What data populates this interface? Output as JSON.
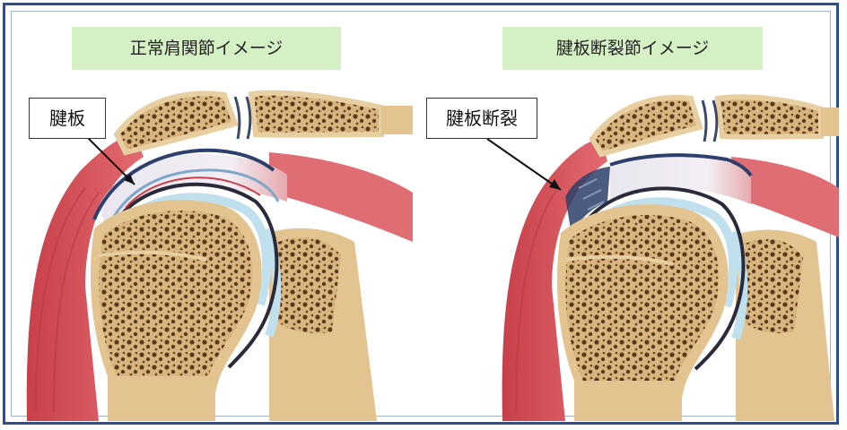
{
  "panels": [
    {
      "title": "正常肩関節イメージ",
      "callout": "腱板"
    },
    {
      "title": "腱板断裂節イメージ",
      "callout": "腱板断裂"
    }
  ],
  "colors": {
    "frame": "#2b4f8e",
    "title_bg": "#d6f0c6",
    "muscle": "#d9535b",
    "bone": "#e3c38f",
    "cartilage": "#bfe0ec",
    "tendon": "#e9e5ee"
  }
}
